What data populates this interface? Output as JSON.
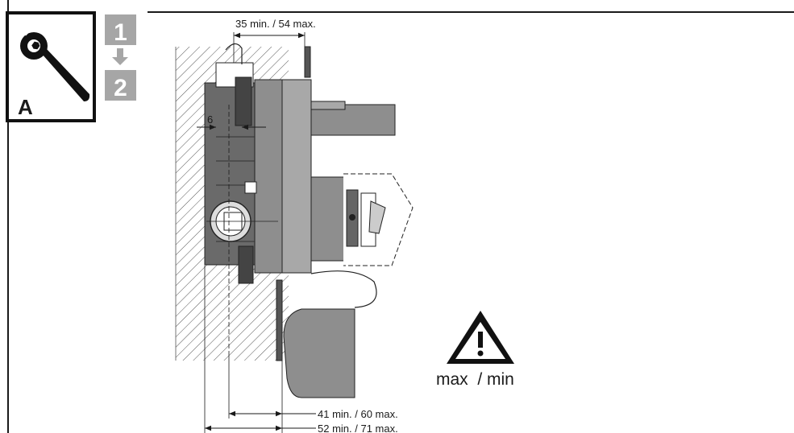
{
  "tool_panel": {
    "letter": "A",
    "icon": "wrench-icon",
    "steps": [
      "1",
      "2"
    ],
    "step_arrow_icon": "arrow-down-icon",
    "step_color": "#a6a6a6"
  },
  "dimensions": {
    "top": "35 min. / 54 max.",
    "offset": "6",
    "mid": "41 min. / 60 max.",
    "bottom": "52 min. / 71 max."
  },
  "warning": {
    "icon": "warning-triangle-icon",
    "text": "max  / min"
  },
  "colors": {
    "body_dark": "#6a6a6a",
    "body_mid": "#8e8e8e",
    "body_light": "#a8a8a8",
    "line": "#1a1a1a"
  }
}
